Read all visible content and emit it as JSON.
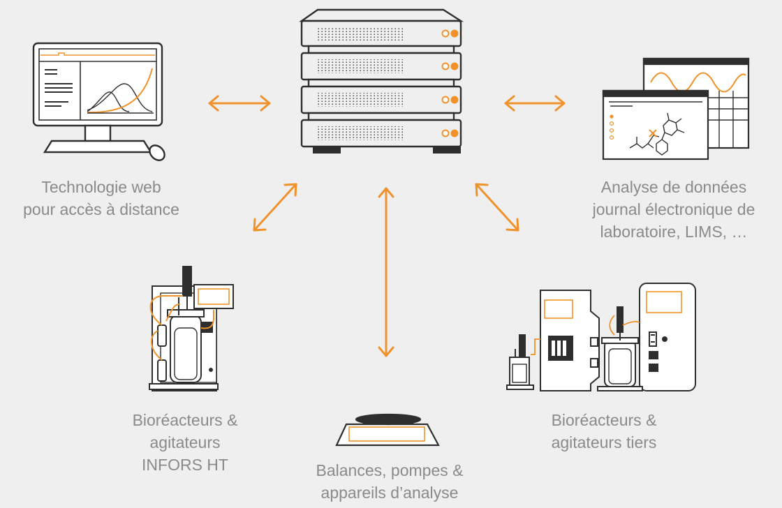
{
  "colors": {
    "accent": "#f0922b",
    "line": "#2e2e2e",
    "text": "#8a8a8a",
    "background": "#efefef"
  },
  "nodes": {
    "server": {
      "icon": "server-rack-icon"
    },
    "web": {
      "icon": "computer-monitor-icon",
      "lines": [
        "Technologie web",
        "pour accès à distance"
      ]
    },
    "analysis": {
      "icon": "data-analysis-windows-icon",
      "lines": [
        "Analyse de données",
        "journal électronique de",
        "laboratoire, LIMS, …"
      ]
    },
    "infors": {
      "icon": "bioreactor-icon",
      "lines": [
        "Bioréacteurs &",
        "agitateurs",
        "INFORS HT"
      ]
    },
    "balances": {
      "icon": "balance-scale-icon",
      "lines": [
        "Balances, pompes &",
        "appareils d’analyse"
      ]
    },
    "thirdparty": {
      "icon": "third-party-bioreactor-icon",
      "lines": [
        "Bioréacteurs &",
        "agitateurs tiers"
      ]
    }
  },
  "edges": [
    {
      "from": "server",
      "to": "web",
      "type": "bidirectional-arrow"
    },
    {
      "from": "server",
      "to": "analysis",
      "type": "bidirectional-arrow"
    },
    {
      "from": "server",
      "to": "infors",
      "type": "bidirectional-arrow"
    },
    {
      "from": "server",
      "to": "balances",
      "type": "bidirectional-arrow"
    },
    {
      "from": "server",
      "to": "thirdparty",
      "type": "bidirectional-arrow"
    }
  ]
}
